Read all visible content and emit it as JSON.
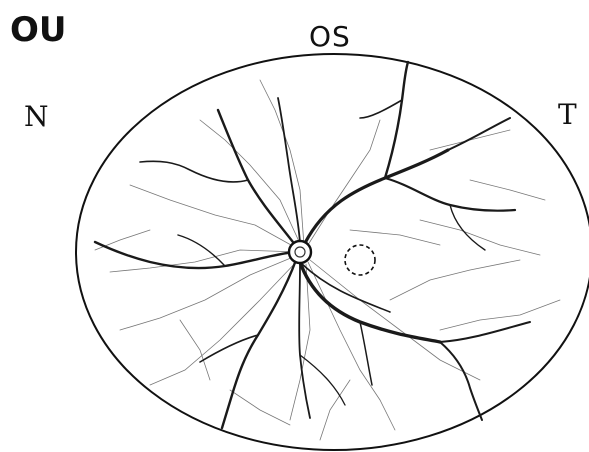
{
  "labels": {
    "eye_code": "OU",
    "eye_side": "OS",
    "left_side": "N",
    "right_side": "T"
  },
  "colors": {
    "background": "#ffffff",
    "outline": "#111111",
    "vessels": "#1a1a1a",
    "fine_vessels": "#555555"
  },
  "icons": {
    "optic_disc": "optic-disc-icon",
    "macula": "macula-dashed-circle-icon"
  }
}
